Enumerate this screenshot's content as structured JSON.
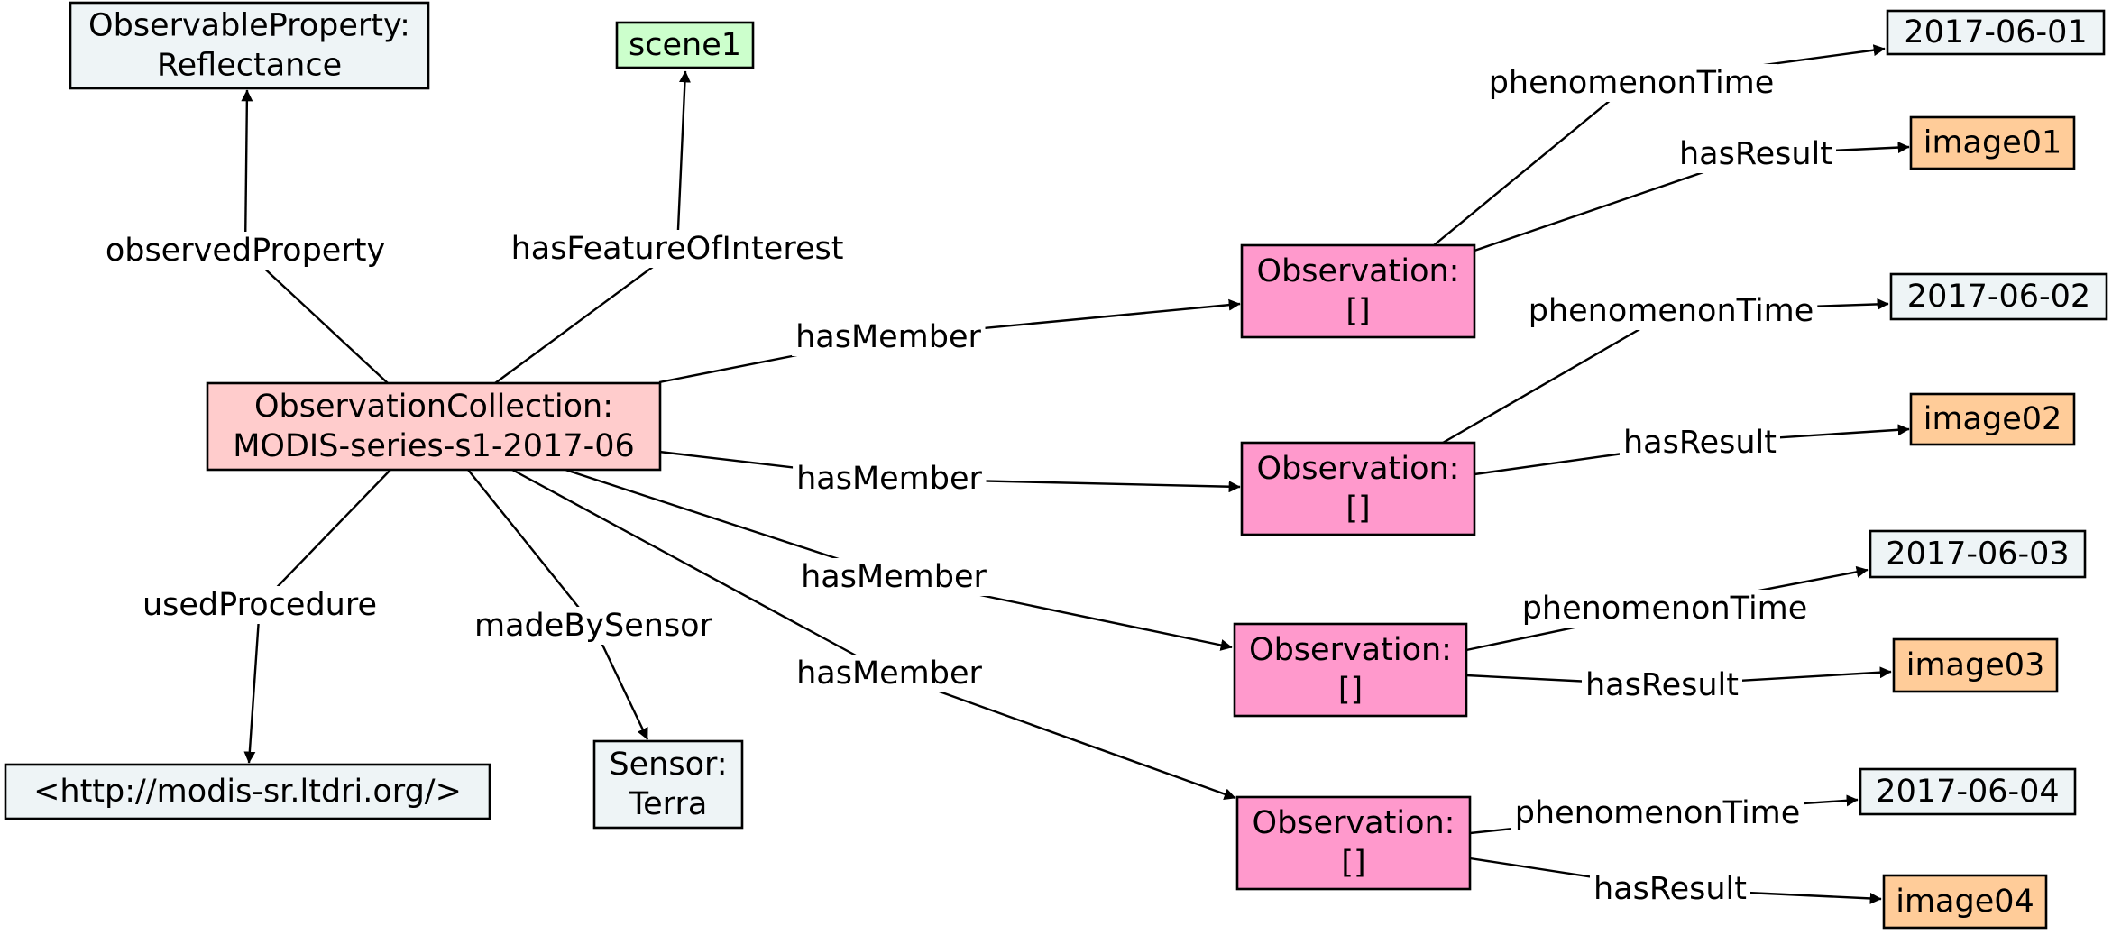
{
  "colors": {
    "neutral": "#eef4f6",
    "scene": "#ccffcc",
    "collection": "#ffcccc",
    "observation": "#ff99cc",
    "image": "#ffcc99"
  },
  "nodes": {
    "observable_property": [
      "ObservableProperty:",
      "Reflectance"
    ],
    "scene": [
      "scene1"
    ],
    "collection": [
      "ObservationCollection:",
      "MODIS-series-s1-2017-06"
    ],
    "procedure": [
      "<http://modis-sr.ltdri.org/>"
    ],
    "sensor": [
      "Sensor:",
      "Terra"
    ],
    "observation_1": [
      "Observation:",
      "[]"
    ],
    "observation_2": [
      "Observation:",
      "[]"
    ],
    "observation_3": [
      "Observation:",
      "[]"
    ],
    "observation_4": [
      "Observation:",
      "[]"
    ],
    "date_1": [
      "2017-06-01"
    ],
    "date_2": [
      "2017-06-02"
    ],
    "date_3": [
      "2017-06-03"
    ],
    "date_4": [
      "2017-06-04"
    ],
    "image_1": [
      "image01"
    ],
    "image_2": [
      "image02"
    ],
    "image_3": [
      "image03"
    ],
    "image_4": [
      "image04"
    ]
  },
  "edges": {
    "observed_property": "observedProperty",
    "has_feature_of_interest": "hasFeatureOfInterest",
    "used_procedure": "usedProcedure",
    "made_by_sensor": "madeBySensor",
    "has_member": "hasMember",
    "phenomenon_time": "phenomenonTime",
    "has_result": "hasResult"
  }
}
